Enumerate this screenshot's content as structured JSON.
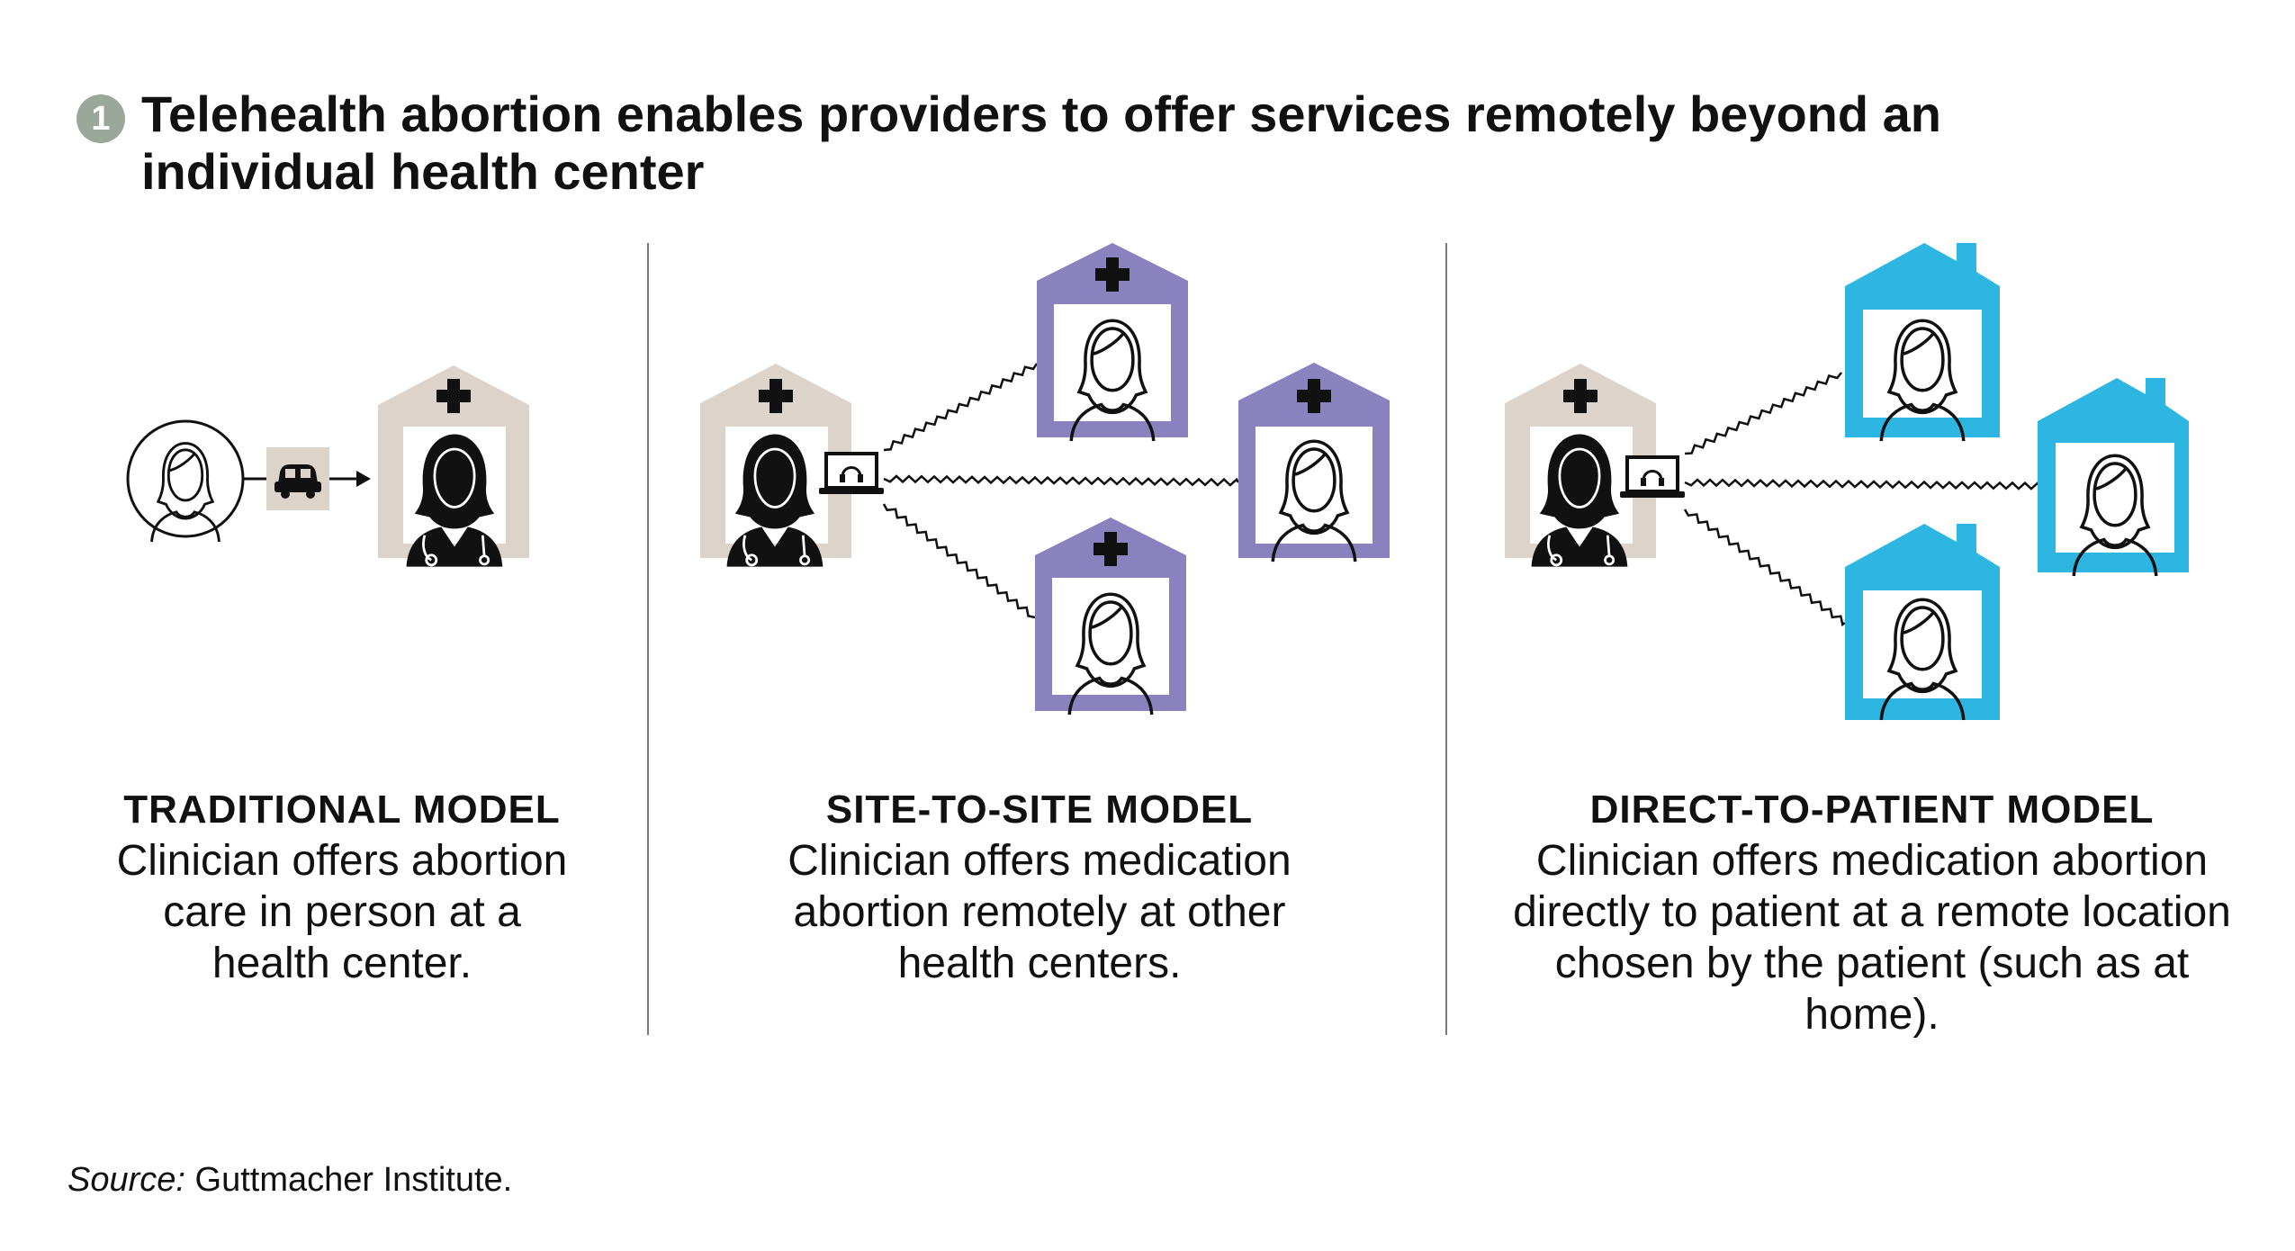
{
  "header": {
    "badge": "1",
    "title": "Telehealth abortion enables providers to offer services remotely beyond an individual health center"
  },
  "models": [
    {
      "heading": "TRADITIONAL MODEL",
      "text": "Clinician offers abortion care in person at a health center."
    },
    {
      "heading": "SITE-TO-SITE MODEL",
      "text": "Clinician offers medication abortion remotely at other health centers."
    },
    {
      "heading": "DIRECT-TO-PATIENT MODEL",
      "text": "Clinician offers medication abortion directly to patient at a remote location chosen by the patient (such as at home)."
    }
  ],
  "source": {
    "label": "Source:",
    "text": "Guttmacher Institute."
  },
  "colors": {
    "clinic": "#dcd4ca",
    "remote_clinic": "#8a82bf",
    "home": "#2eb6e3",
    "badge": "#9aa79b",
    "divider": "#7a7a7a"
  },
  "icons": [
    "patient-icon",
    "car-icon",
    "clinician-icon",
    "laptop-headset-icon",
    "health-center-icon",
    "home-icon"
  ]
}
